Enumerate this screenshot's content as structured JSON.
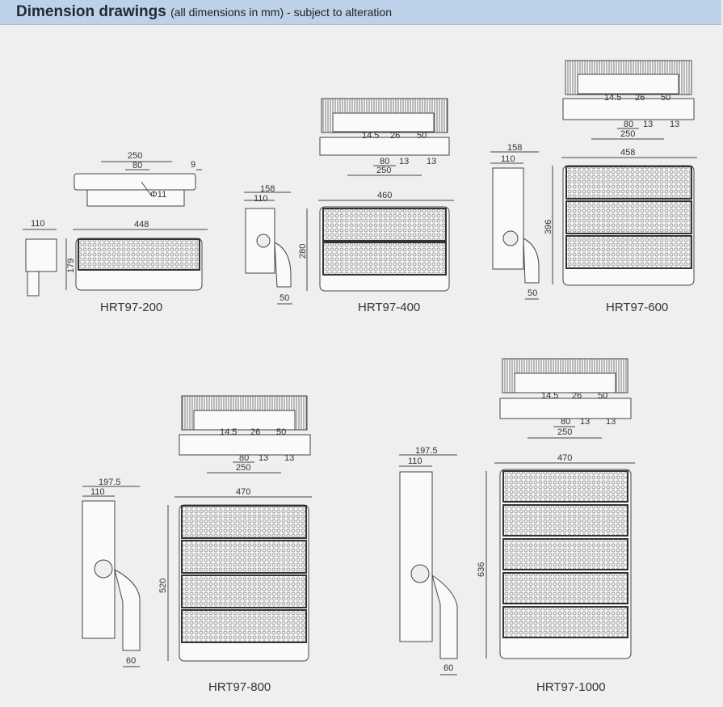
{
  "header": {
    "title": "Dimension drawings",
    "subtitle": "(all dimensions in mm) - subject to alteration"
  },
  "colors": {
    "header_bg": "#bdd2e8",
    "page_bg": "#eef0f0",
    "line": "#444444"
  },
  "models": [
    {
      "name": "HRT97-200",
      "top_view": {
        "d250": "250",
        "d80": "80",
        "d9": "9",
        "hole": "Φ11"
      },
      "side_view": {
        "depth": "110"
      },
      "front_view": {
        "width": "448",
        "height": "179"
      },
      "panels": 1
    },
    {
      "name": "HRT97-400",
      "top_view": {
        "d14_5": "14.5",
        "d26": "26",
        "d50": "50",
        "d80": "80",
        "d13a": "13",
        "d250": "250",
        "d13b": "13"
      },
      "side_view": {
        "total": "158",
        "depth": "110",
        "bracket": "50"
      },
      "front_view": {
        "width": "460",
        "height": "280"
      },
      "panels": 2
    },
    {
      "name": "HRT97-600",
      "top_view": {
        "d14_5": "14.5",
        "d26": "26",
        "d50": "50",
        "d80": "80",
        "d13a": "13",
        "d250": "250",
        "d13b": "13"
      },
      "side_view": {
        "total": "158",
        "depth": "110",
        "bracket": "50"
      },
      "front_view": {
        "width": "458",
        "height": "396"
      },
      "panels": 3
    },
    {
      "name": "HRT97-800",
      "top_view": {
        "d14_5": "14.5",
        "d26": "26",
        "d50": "50",
        "d80": "80",
        "d13a": "13",
        "d250": "250",
        "d13b": "13"
      },
      "side_view": {
        "total": "197.5",
        "depth": "110",
        "bracket": "60"
      },
      "front_view": {
        "width": "470",
        "height": "520"
      },
      "panels": 4
    },
    {
      "name": "HRT97-1000",
      "top_view": {
        "d14_5": "14.5",
        "d26": "26",
        "d50": "50",
        "d80": "80",
        "d13a": "13",
        "d250": "250",
        "d13b": "13"
      },
      "side_view": {
        "total": "197.5",
        "depth": "110",
        "bracket": "60"
      },
      "front_view": {
        "width": "470",
        "height": "636"
      },
      "panels": 5
    }
  ]
}
